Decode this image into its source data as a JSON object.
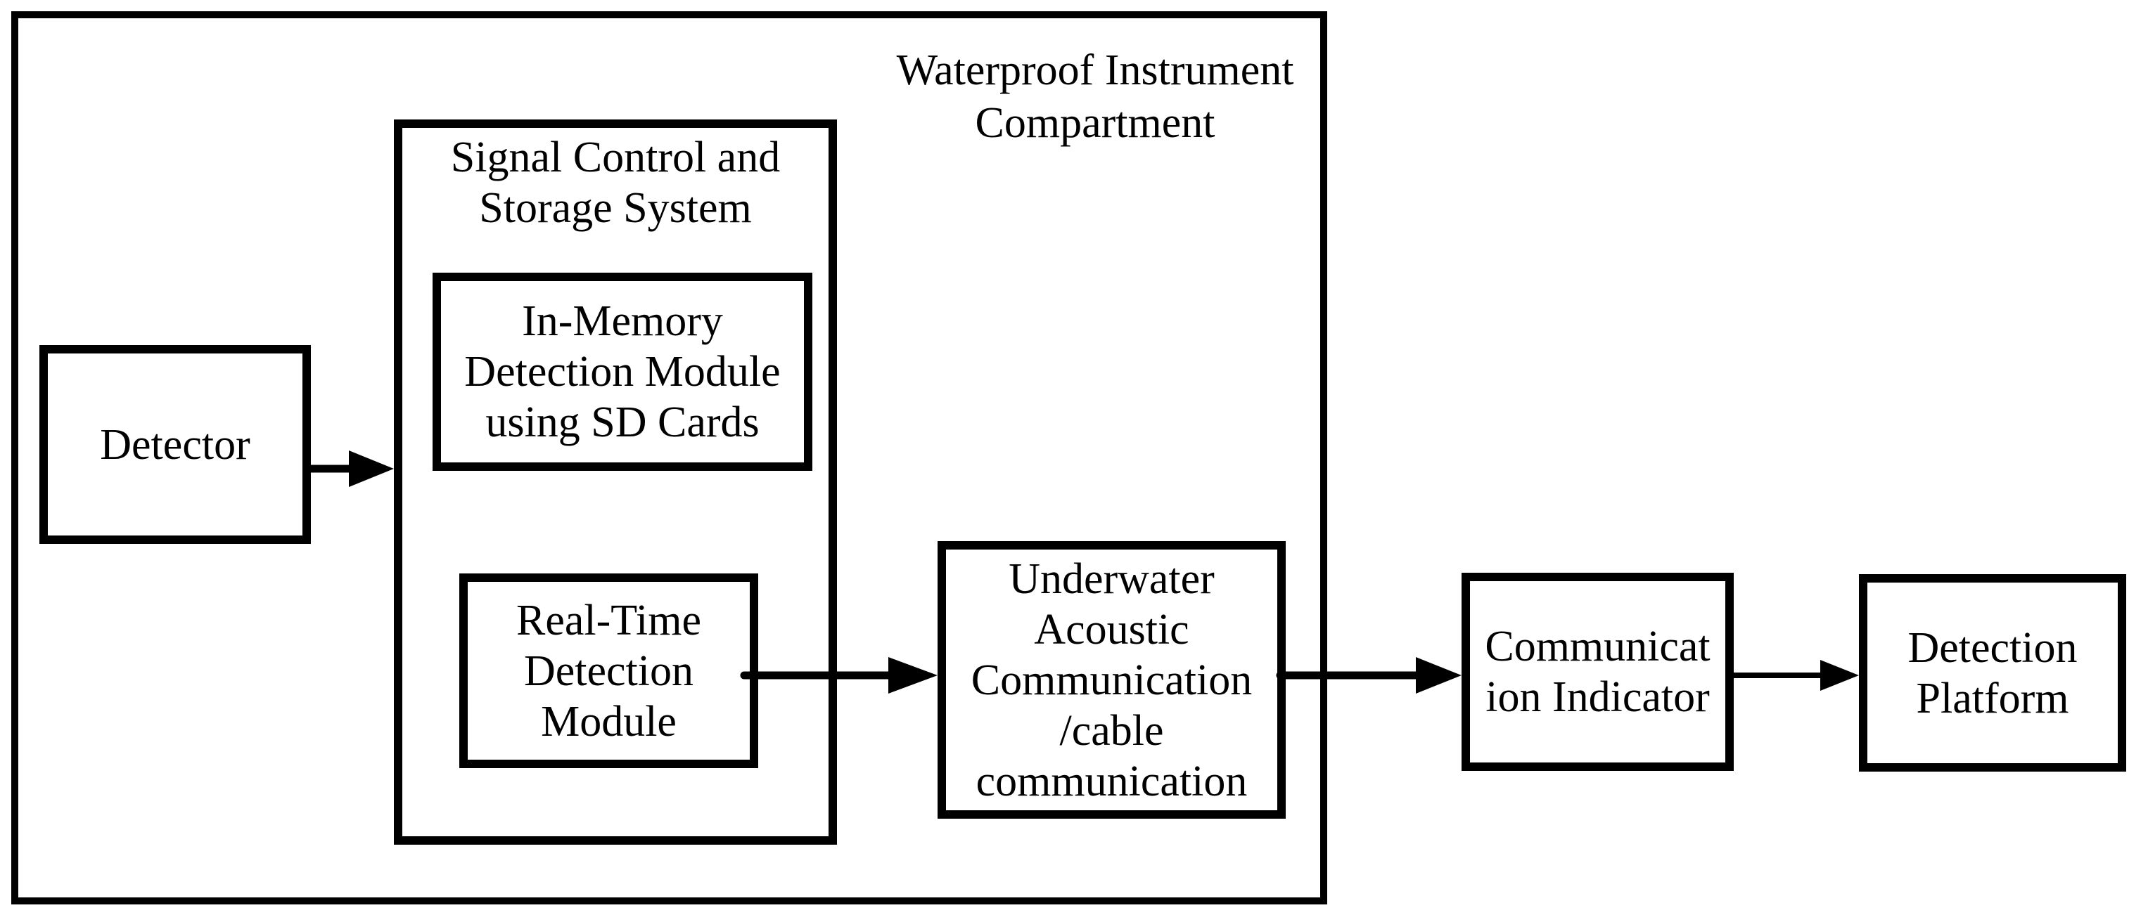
{
  "diagram": {
    "background": "#ffffff",
    "line_color": "#000000",
    "compartment_label": "Waterproof Instrument\nCompartment",
    "nodes": {
      "detector": {
        "label": "Detector"
      },
      "signal_control": {
        "label": "Signal Control and\nStorage System"
      },
      "in_memory": {
        "label": "In-Memory\nDetection Module\nusing SD Cards"
      },
      "real_time": {
        "label": "Real-Time\nDetection\nModule"
      },
      "underwater_comm": {
        "label": "Underwater\nAcoustic\nCommunication\n/cable\ncommunication"
      },
      "comm_indicator": {
        "label": "Communicat\nion Indicator"
      },
      "detection_platform": {
        "label": "Detection\nPlatform"
      }
    },
    "connections": [
      {
        "from": "detector",
        "to": "signal_control"
      },
      {
        "from": "real_time",
        "to": "underwater_comm"
      },
      {
        "from": "underwater_comm",
        "to": "comm_indicator"
      },
      {
        "from": "comm_indicator",
        "to": "detection_platform"
      }
    ]
  }
}
